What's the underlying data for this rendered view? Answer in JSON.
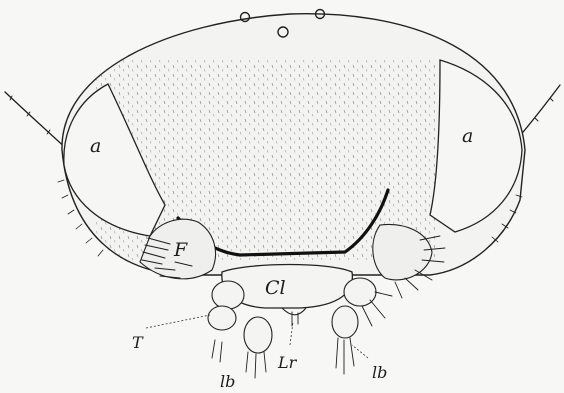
{
  "figure": {
    "labels": {
      "eye_left": "a",
      "eye_right": "a",
      "frons": "F",
      "clypeus": "Cl",
      "tentorium": "T",
      "labium_left": "lb",
      "labrum": "Lr",
      "labium_right": "lb"
    }
  }
}
